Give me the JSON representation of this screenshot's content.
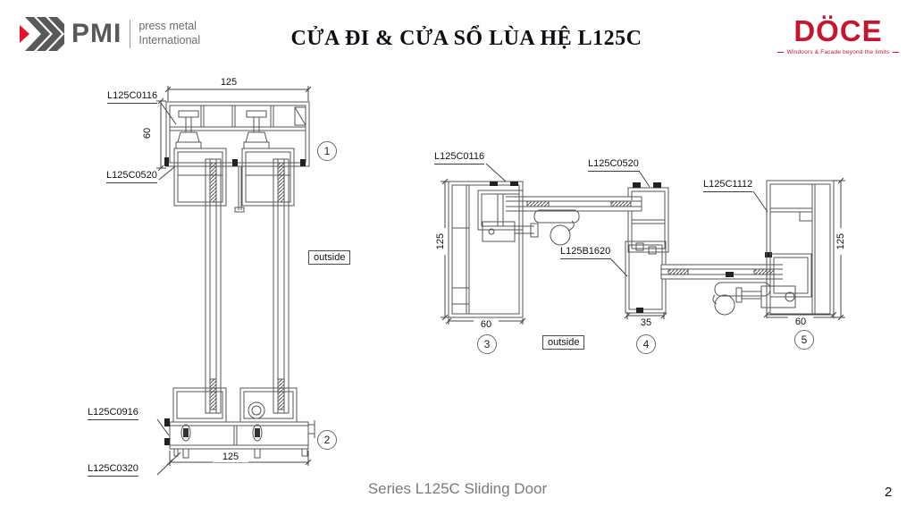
{
  "header": {
    "pmi": {
      "abbr": "PMI",
      "line1": "press metal",
      "line2": "International"
    },
    "title": "CỬA ĐI & CỬA SỔ LÙA HỆ L125C",
    "doce": {
      "name": "DÖCE",
      "tagline": "Windoors & Facade beyond the limits"
    }
  },
  "colors": {
    "pmi_gray": "#58595b",
    "pmi_red": "#e8112d",
    "doce_red": "#c4162f",
    "line": "#555555"
  },
  "drawings": {
    "left": {
      "labels": {
        "head_frame": "L125C0116",
        "head_sash": "L125C0520",
        "sill_sash": "L125C0916",
        "sill_frame": "L125C0320"
      },
      "dims": {
        "top_width": "125",
        "head_height": "60",
        "bottom_width": "125"
      },
      "markers": {
        "one": "1",
        "two": "2"
      },
      "outside": "outside"
    },
    "right": {
      "labels": {
        "jamb_frame": "L125C0116",
        "interlock_outer": "L125C0520",
        "right_jamb": "L125C1112",
        "interlock": "L125B1620"
      },
      "dims": {
        "left_height": "125",
        "right_height": "125",
        "jamb_width": "60",
        "interlock_width": "35",
        "right_jamb_width": "60"
      },
      "markers": {
        "three": "3",
        "four": "4",
        "five": "5"
      },
      "outside": "outside"
    }
  },
  "footer": {
    "caption": "Series L125C Sliding Door",
    "page_number": "2"
  }
}
